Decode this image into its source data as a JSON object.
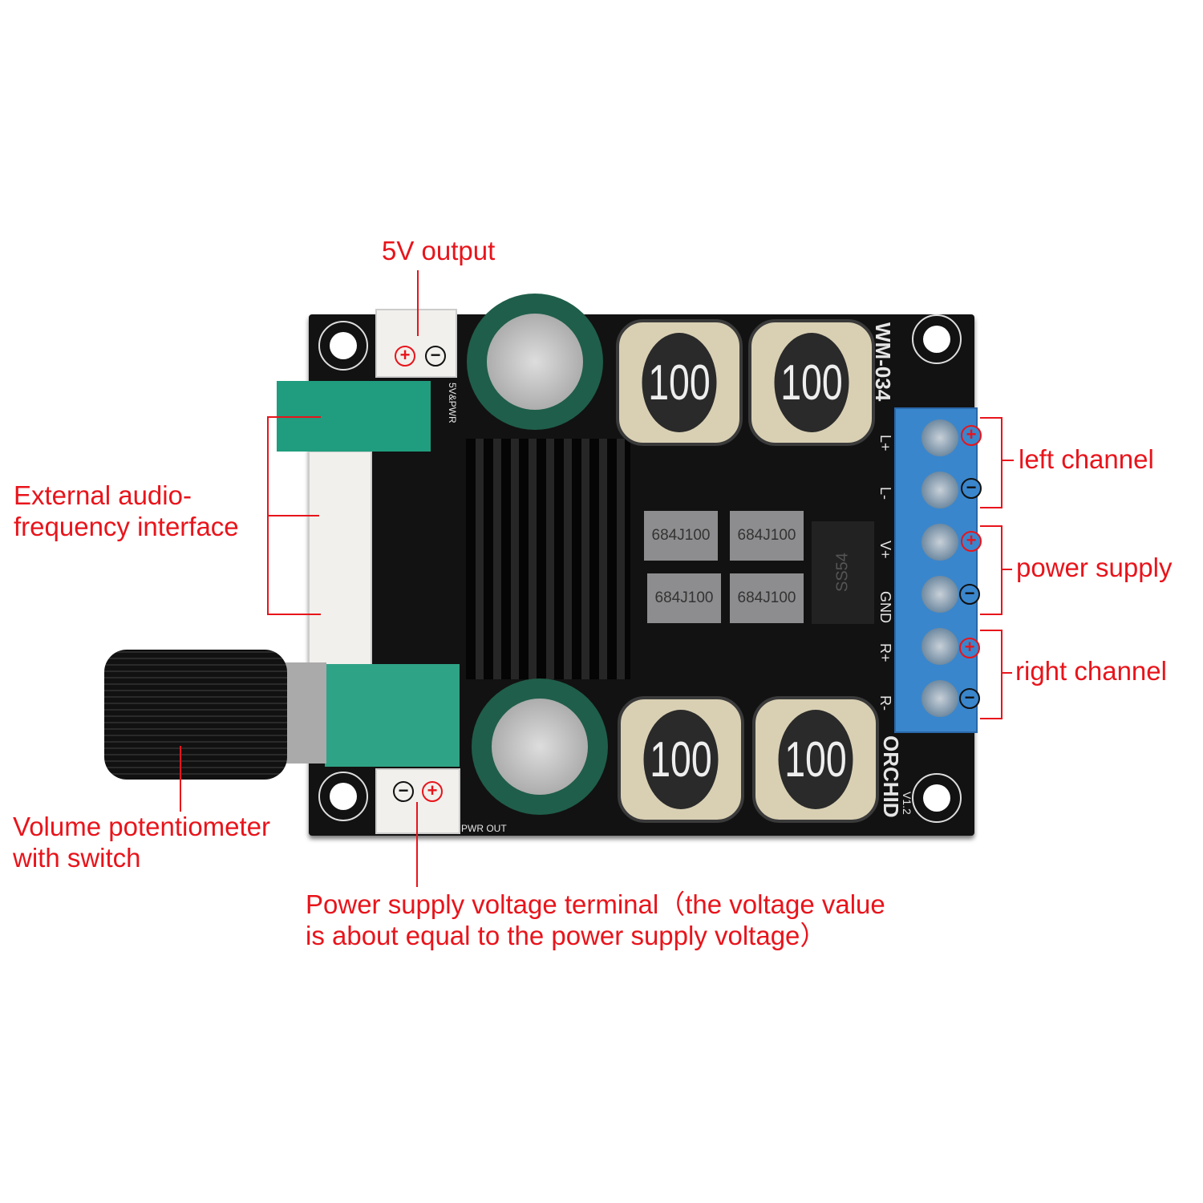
{
  "annotations": {
    "five_v_output": "5V output",
    "external_audio": [
      "External audio-",
      "frequency interface"
    ],
    "volume_pot": [
      "Volume potentiometer",
      "with switch"
    ],
    "power_terminal": [
      "Power supply voltage terminal（the voltage value",
      "is about equal to the power supply voltage）"
    ],
    "left_channel": "left channel",
    "power_supply": "power supply",
    "right_channel": "right channel"
  },
  "board": {
    "model": "WM-034",
    "brand": "ORCHID",
    "version": "V1.2",
    "inductor_marking": "100",
    "film_cap_marking": "684J100",
    "diode_marking": "SS54",
    "silk_terminals": [
      "L+",
      "L-",
      "V+",
      "GND",
      "R+",
      "R-"
    ],
    "silk_5v": "5V&PWR",
    "silk_pwr_out": "PWR OUT",
    "plus": "+",
    "minus": "−"
  },
  "colors": {
    "annotation": "#e8141b",
    "terminal": "#3a86cc",
    "pcb": "#121212"
  }
}
